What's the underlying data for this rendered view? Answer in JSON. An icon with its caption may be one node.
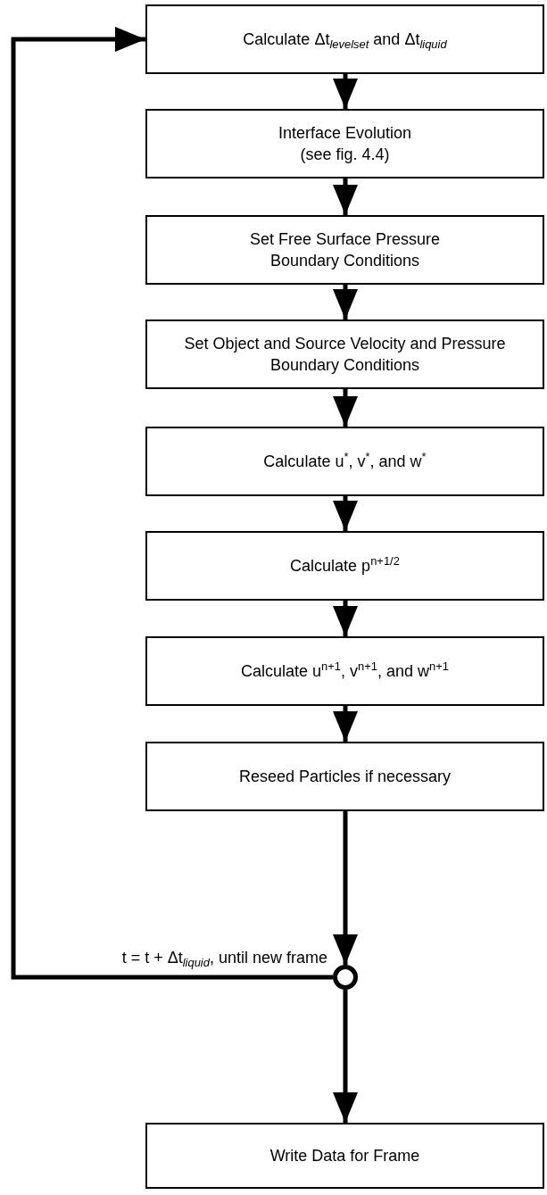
{
  "diagram": {
    "nodes": [
      {
        "text": [
          "Calculate Δt$_{levelset}$ and Δt$_{liquid}$"
        ]
      },
      {
        "text": [
          "Interface Evolution (see fig. 4.4)"
        ]
      },
      {
        "text": [
          "Set Free Surface Pressure Boundary Conditions"
        ]
      },
      {
        "text": [
          "Set Object and Source Velocity and Pressure Boundary Conditions"
        ]
      },
      {
        "text": [
          "Calculate u$^{*}$, v$^{*}$, and w$^{*}$"
        ]
      },
      {
        "text": [
          "Calculate p$^{n+1/2}$"
        ]
      },
      {
        "text": [
          "Calculate u$^{n+1}$, v$^{n+1}$, and w$^{n+1}$"
        ]
      },
      {
        "text": [
          "Reseed Particles if necessary"
        ]
      },
      {
        "text": [],
        "shape": "circle"
      },
      {
        "text": [
          "Write Data for Frame"
        ]
      }
    ],
    "edges": [
      {
        "from": 0,
        "to": 1,
        "arrow": "to"
      },
      {
        "from": 1,
        "to": 2,
        "arrow": "to"
      },
      {
        "from": 2,
        "to": 3,
        "arrow": "to"
      },
      {
        "from": 3,
        "to": 4,
        "arrow": "to"
      },
      {
        "from": 4,
        "to": 5,
        "arrow": "to"
      },
      {
        "from": 5,
        "to": 6,
        "arrow": "to"
      },
      {
        "from": 6,
        "to": 7,
        "arrow": "to"
      },
      {
        "from": 7,
        "to": 8,
        "arrow": "to"
      },
      {
        "from": 8,
        "to": 0,
        "arrow": "to",
        "label": "t = t + Δt$_{liquid}$, until new frame"
      },
      {
        "from": 8,
        "to": 9,
        "arrow": "to"
      }
    ]
  }
}
